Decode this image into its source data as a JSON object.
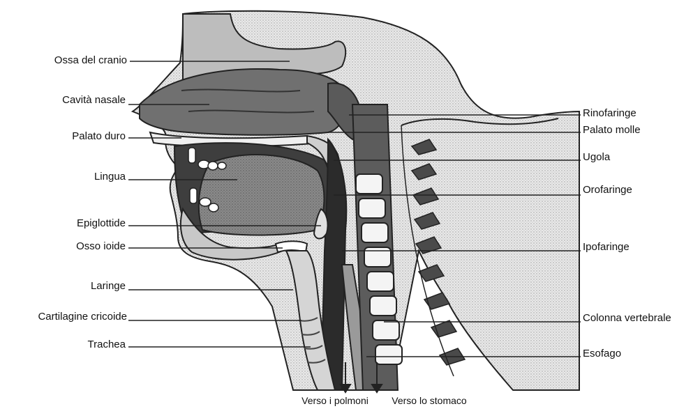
{
  "labels_left": [
    {
      "id": "ossa-cranio",
      "text": "Ossa del cranio"
    },
    {
      "id": "cavita-nasale",
      "text": "Cavità nasale"
    },
    {
      "id": "palato-duro",
      "text": "Palato duro"
    },
    {
      "id": "lingua",
      "text": "Lingua"
    },
    {
      "id": "epiglottide",
      "text": "Epiglottide"
    },
    {
      "id": "osso-ioide",
      "text": "Osso ioide"
    },
    {
      "id": "laringe",
      "text": "Laringe"
    },
    {
      "id": "cartilagine-cricoide",
      "text": "Cartilagine cricoide"
    },
    {
      "id": "trachea",
      "text": "Trachea"
    }
  ],
  "labels_right": [
    {
      "id": "rinofaringe",
      "text": "Rinofaringe"
    },
    {
      "id": "palato-molle",
      "text": "Palato molle"
    },
    {
      "id": "ugola",
      "text": "Ugola"
    },
    {
      "id": "orofaringe",
      "text": "Orofaringe"
    },
    {
      "id": "ipofaringe",
      "text": "Ipofaringe"
    },
    {
      "id": "colonna-vertebrale",
      "text": "Colonna vertebrale"
    },
    {
      "id": "esofago",
      "text": "Esofago"
    }
  ],
  "labels_bottom": [
    {
      "id": "verso-polmoni",
      "text": "Verso i polmoni"
    },
    {
      "id": "verso-stomaco",
      "text": "Verso lo stomaco"
    }
  ]
}
